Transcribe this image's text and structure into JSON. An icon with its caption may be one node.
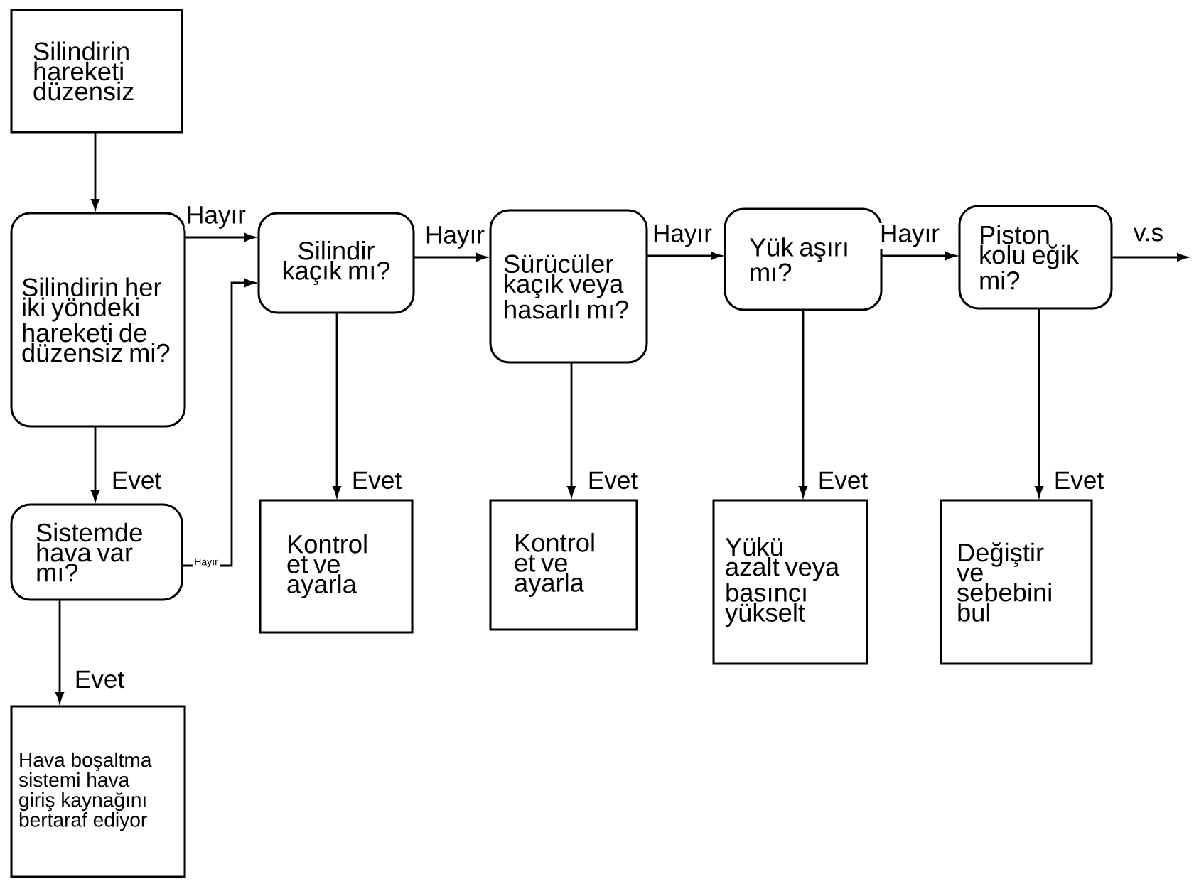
{
  "diagram": {
    "nodes": [
      {
        "text": [
          "Silindirin hareketi düzensiz"
        ]
      },
      {
        "text": [
          "Silindirin her iki yöndeki hareketi de düzensiz mi?"
        ]
      },
      {
        "text": [
          "Silindir kaçık mı?"
        ]
      },
      {
        "text": [
          "Sürücüler kaçık veya hasarlı mı?"
        ]
      },
      {
        "text": [
          "Yük aşırı mı?"
        ]
      },
      {
        "text": [
          "Piston kolu eğik mi?"
        ]
      },
      {
        "text": [
          "Sistemde hava var mı?"
        ]
      },
      {
        "text": [
          "Kontrol et ve ayarla"
        ]
      },
      {
        "text": [
          "Kontrol et ve ayarla"
        ]
      },
      {
        "text": [
          "Yükü azalt veya basıncı yükselt"
        ]
      },
      {
        "text": [
          "Değiştir ve sebebini bul"
        ]
      },
      {
        "text": [
          "Hava boşaltma sistemi hava giriş kaynağını bertaraf ediyor"
        ]
      }
    ],
    "edges": [
      {
        "from": 0,
        "to": 1,
        "arrow": "to"
      },
      {
        "from": 1,
        "to": 2,
        "arrow": "to",
        "label": "Hayır"
      },
      {
        "from": 2,
        "to": 3,
        "arrow": "to",
        "label": "Hayır"
      },
      {
        "from": 3,
        "to": 4,
        "arrow": "to",
        "label": "Hayır"
      },
      {
        "from": 4,
        "to": 5,
        "arrow": "to",
        "label": "Hayır"
      },
      {
        "from": 5,
        "to": null,
        "arrow": "to",
        "label": "v.s"
      },
      {
        "from": 1,
        "to": 6,
        "arrow": "to",
        "label": "Evet"
      },
      {
        "from": 2,
        "to": 7,
        "arrow": "to",
        "label": "Evet"
      },
      {
        "from": 3,
        "to": 8,
        "arrow": "to",
        "label": "Evet"
      },
      {
        "from": 4,
        "to": 9,
        "arrow": "to",
        "label": "Evet"
      },
      {
        "from": 5,
        "to": 10,
        "arrow": "to",
        "label": "Evet"
      },
      {
        "from": 6,
        "to": 11,
        "arrow": "to",
        "label": "Evet"
      },
      {
        "from": 6,
        "to": 2,
        "arrow": "to",
        "label": "Hayır"
      }
    ]
  }
}
